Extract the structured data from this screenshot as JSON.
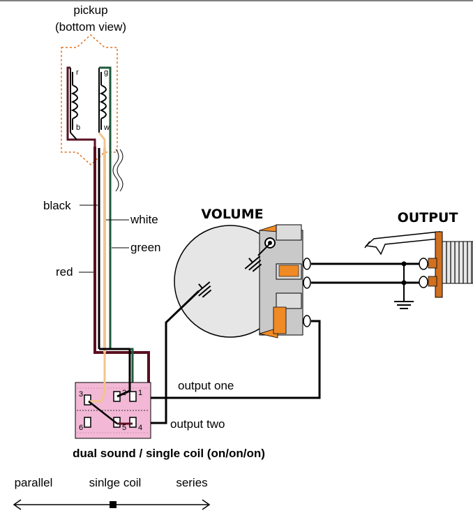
{
  "pickup": {
    "title": "pickup",
    "subtitle": "(bottom view)",
    "terminals": {
      "r": "r",
      "b": "b",
      "g": "g",
      "w": "w"
    }
  },
  "wires": {
    "black": "black",
    "white": "white",
    "green": "green",
    "red": "red"
  },
  "volume": {
    "title": "VOLUME"
  },
  "output": {
    "title": "OUTPUT"
  },
  "switch": {
    "caption": "dual sound / single coil (on/on/on)",
    "pins": [
      "1",
      "2",
      "3",
      "4",
      "5",
      "6"
    ],
    "positions": {
      "left": "parallel",
      "center": "sinlge coil",
      "right": "series"
    }
  },
  "outputs": {
    "one": "output one",
    "two": "output two"
  },
  "colors": {
    "red_wire": "#5a1020",
    "black_wire": "#000000",
    "white_wire": "#f2c58a",
    "green_wire": "#1f5a3a",
    "pot_body": "#e6e6e6",
    "pot_lug": "#c9c9c9",
    "lug_orange": "#f08a24",
    "switch_pink": "#f2b8d6",
    "pickup_outline": "#e07020"
  }
}
